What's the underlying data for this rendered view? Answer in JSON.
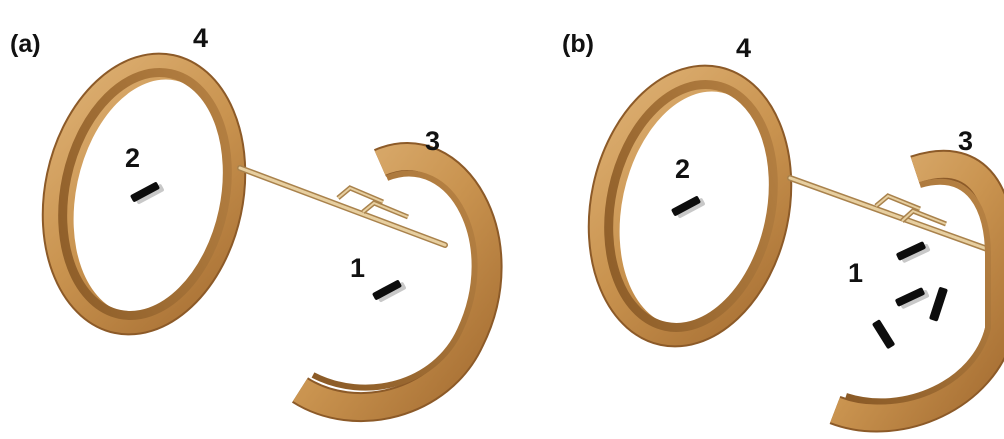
{
  "colors": {
    "ring_light": "#d7a86a",
    "ring_mid": "#c08a4c",
    "ring_dark": "#8c5a28",
    "rod": "#dfc08a",
    "rod_edge": "#a9824c",
    "element": "#0d0d0d",
    "element_shadow": "#b8b8b8"
  },
  "panels": [
    {
      "label": "(a)",
      "labels": {
        "large_ring": "4",
        "split_ring": "3",
        "inner_element_large": "2",
        "inner_element_split": "1"
      }
    },
    {
      "label": "(b)",
      "labels": {
        "large_ring": "4",
        "split_ring": "3",
        "inner_element_large": "2",
        "inner_element_split": "1"
      }
    }
  ]
}
